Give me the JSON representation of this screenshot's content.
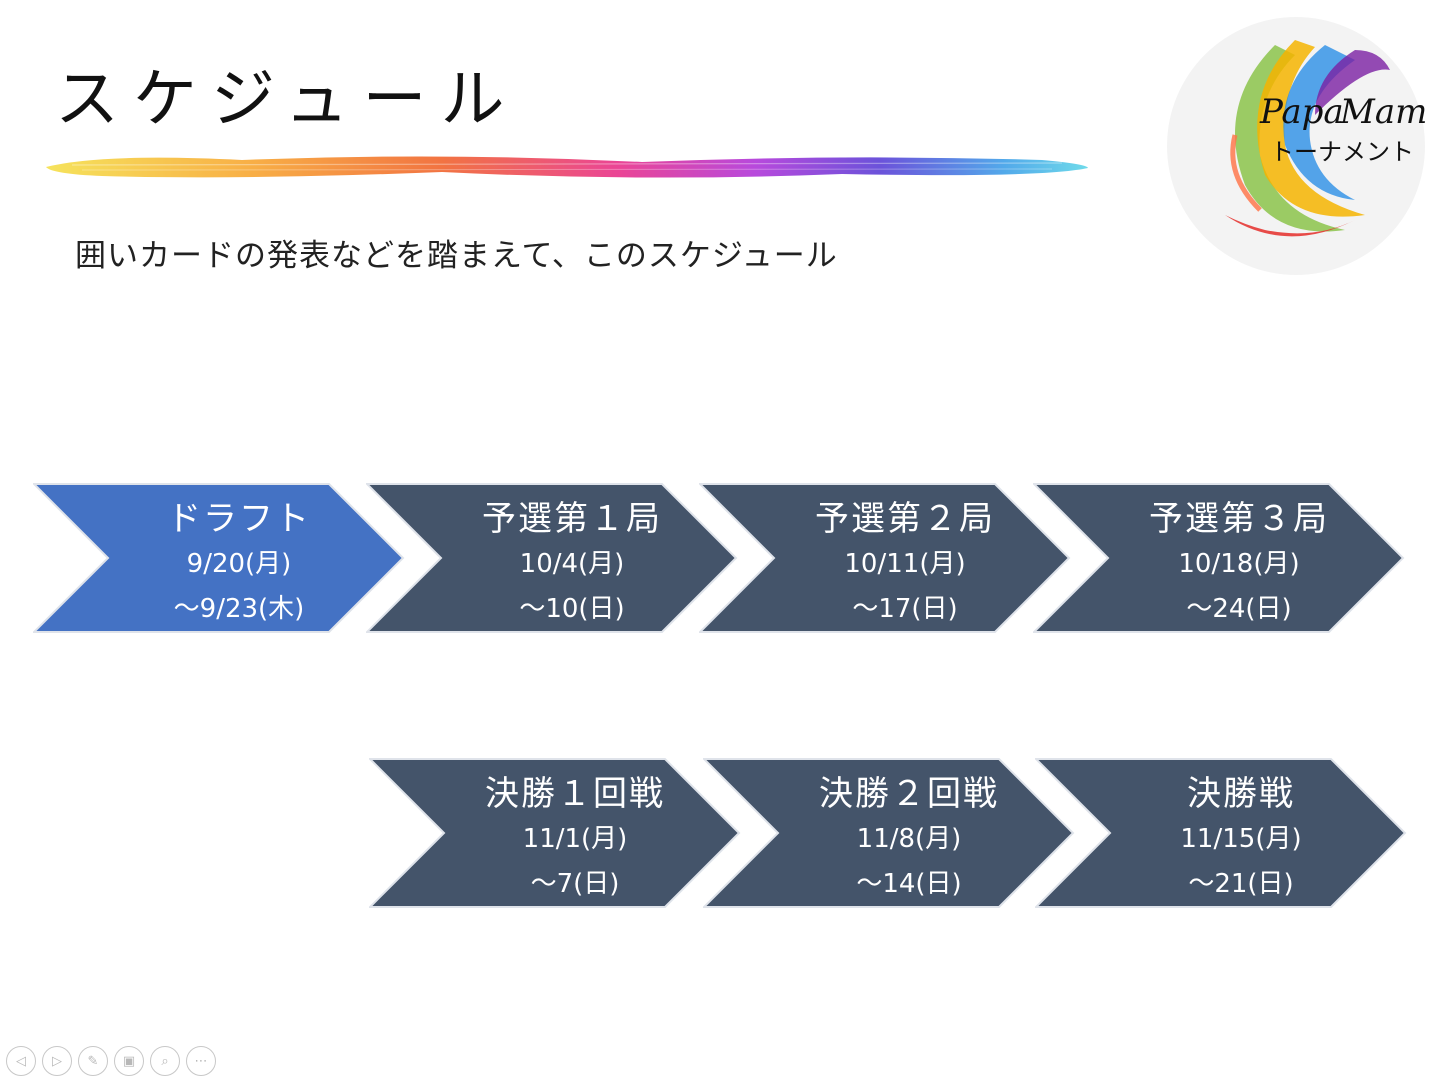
{
  "title": "スケジュール",
  "subtitle": "囲いカードの発表などを踏まえて、このスケジュール",
  "logo": {
    "line1_a": "Papa",
    "line1_b": "Mama",
    "line2": "トーナメント"
  },
  "brush_colors": [
    "#f5e04a",
    "#f7a531",
    "#f0642d",
    "#e8308a",
    "#b035d8",
    "#5b3fd6",
    "#3fa0e8",
    "#5fd6e8"
  ],
  "row1": [
    {
      "title": "ドラフト",
      "line1": "9/20(月)",
      "line2": "～9/23(木)",
      "color": "#4472c4"
    },
    {
      "title": "予選第１局",
      "line1": "10/4(月)",
      "line2": "～10(日)",
      "color": "#44546a"
    },
    {
      "title": "予選第２局",
      "line1": "10/11(月)",
      "line2": "～17(日)",
      "color": "#44546a"
    },
    {
      "title": "予選第３局",
      "line1": "10/18(月)",
      "line2": "～24(日)",
      "color": "#44546a"
    }
  ],
  "row2": [
    {
      "title": "決勝１回戦",
      "line1": "11/1(月)",
      "line2": "～7(日)",
      "color": "#44546a"
    },
    {
      "title": "決勝２回戦",
      "line1": "11/8(月)",
      "line2": "～14(日)",
      "color": "#44546a"
    },
    {
      "title": "決勝戦",
      "line1": "11/15(月)",
      "line2": "～21(日)",
      "color": "#44546a"
    }
  ],
  "nav_icons": [
    "previous-icon",
    "next-icon",
    "pen-icon",
    "slides-icon",
    "zoom-icon",
    "more-icon"
  ],
  "nav_glyphs": [
    "◁",
    "▷",
    "✎",
    "▣",
    "⌕",
    "⋯"
  ]
}
